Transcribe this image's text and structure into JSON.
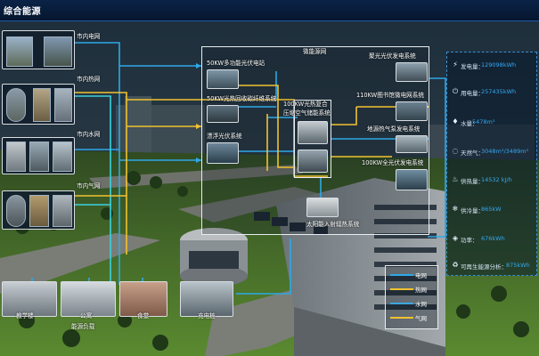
{
  "header": {
    "title": "综合能源"
  },
  "external": {
    "city_power": "市内电网",
    "city_heat": "市内热网",
    "city_water": "市内水网",
    "city_gas": "市内气网"
  },
  "microgrid": {
    "title": "微能源网",
    "pv_station": "50KW多功能光伏电站",
    "pv_thermal": "50KW光热回收碳纤维系统",
    "floating_pv": "漂浮光伏系统",
    "core": [
      "100KW光热复合",
      "压缩空气储能系统"
    ],
    "solar_thermal": "太阳能入射辐热系统",
    "cpv": "聚光光伏发电系统",
    "library": "110KW图书馆微电网系统",
    "heat_pump": "地源热气泵发电系统",
    "full_pv": "100KW全光伏发电系统"
  },
  "loads": {
    "teaching": "教学楼",
    "apartment": "公寓",
    "canteen": "食堂",
    "caption": "能源负载",
    "charging": "充电桩"
  },
  "stats": [
    {
      "icon": "lightning-icon",
      "label": "发电量：",
      "value": "129098kWh"
    },
    {
      "icon": "plug-icon",
      "label": "用电量：",
      "value": "257435kWh"
    },
    {
      "icon": "water-drop-icon",
      "label": "水量：",
      "value": "5478m³"
    },
    {
      "icon": "gas-icon",
      "label": "天然气：",
      "value": "3048m³/3489m³"
    },
    {
      "icon": "heat-icon",
      "label": "供热量：",
      "value": "14532 kJ/h"
    },
    {
      "icon": "snowflake-icon",
      "label": "供冷量：",
      "value": "865kW"
    },
    {
      "icon": "power-icon",
      "label": "功率：",
      "value": "676kWh"
    },
    {
      "icon": "renewable-icon",
      "label": "可再生能源分析：",
      "value": "875kWh"
    }
  ],
  "legend": {
    "power": "电网",
    "heat": "热网",
    "water": "水网",
    "gas": "气网"
  },
  "colors": {
    "power": "#2ea8e8",
    "heat": "#f2c230",
    "water": "#3aa7e0",
    "gas": "#f2c230"
  }
}
